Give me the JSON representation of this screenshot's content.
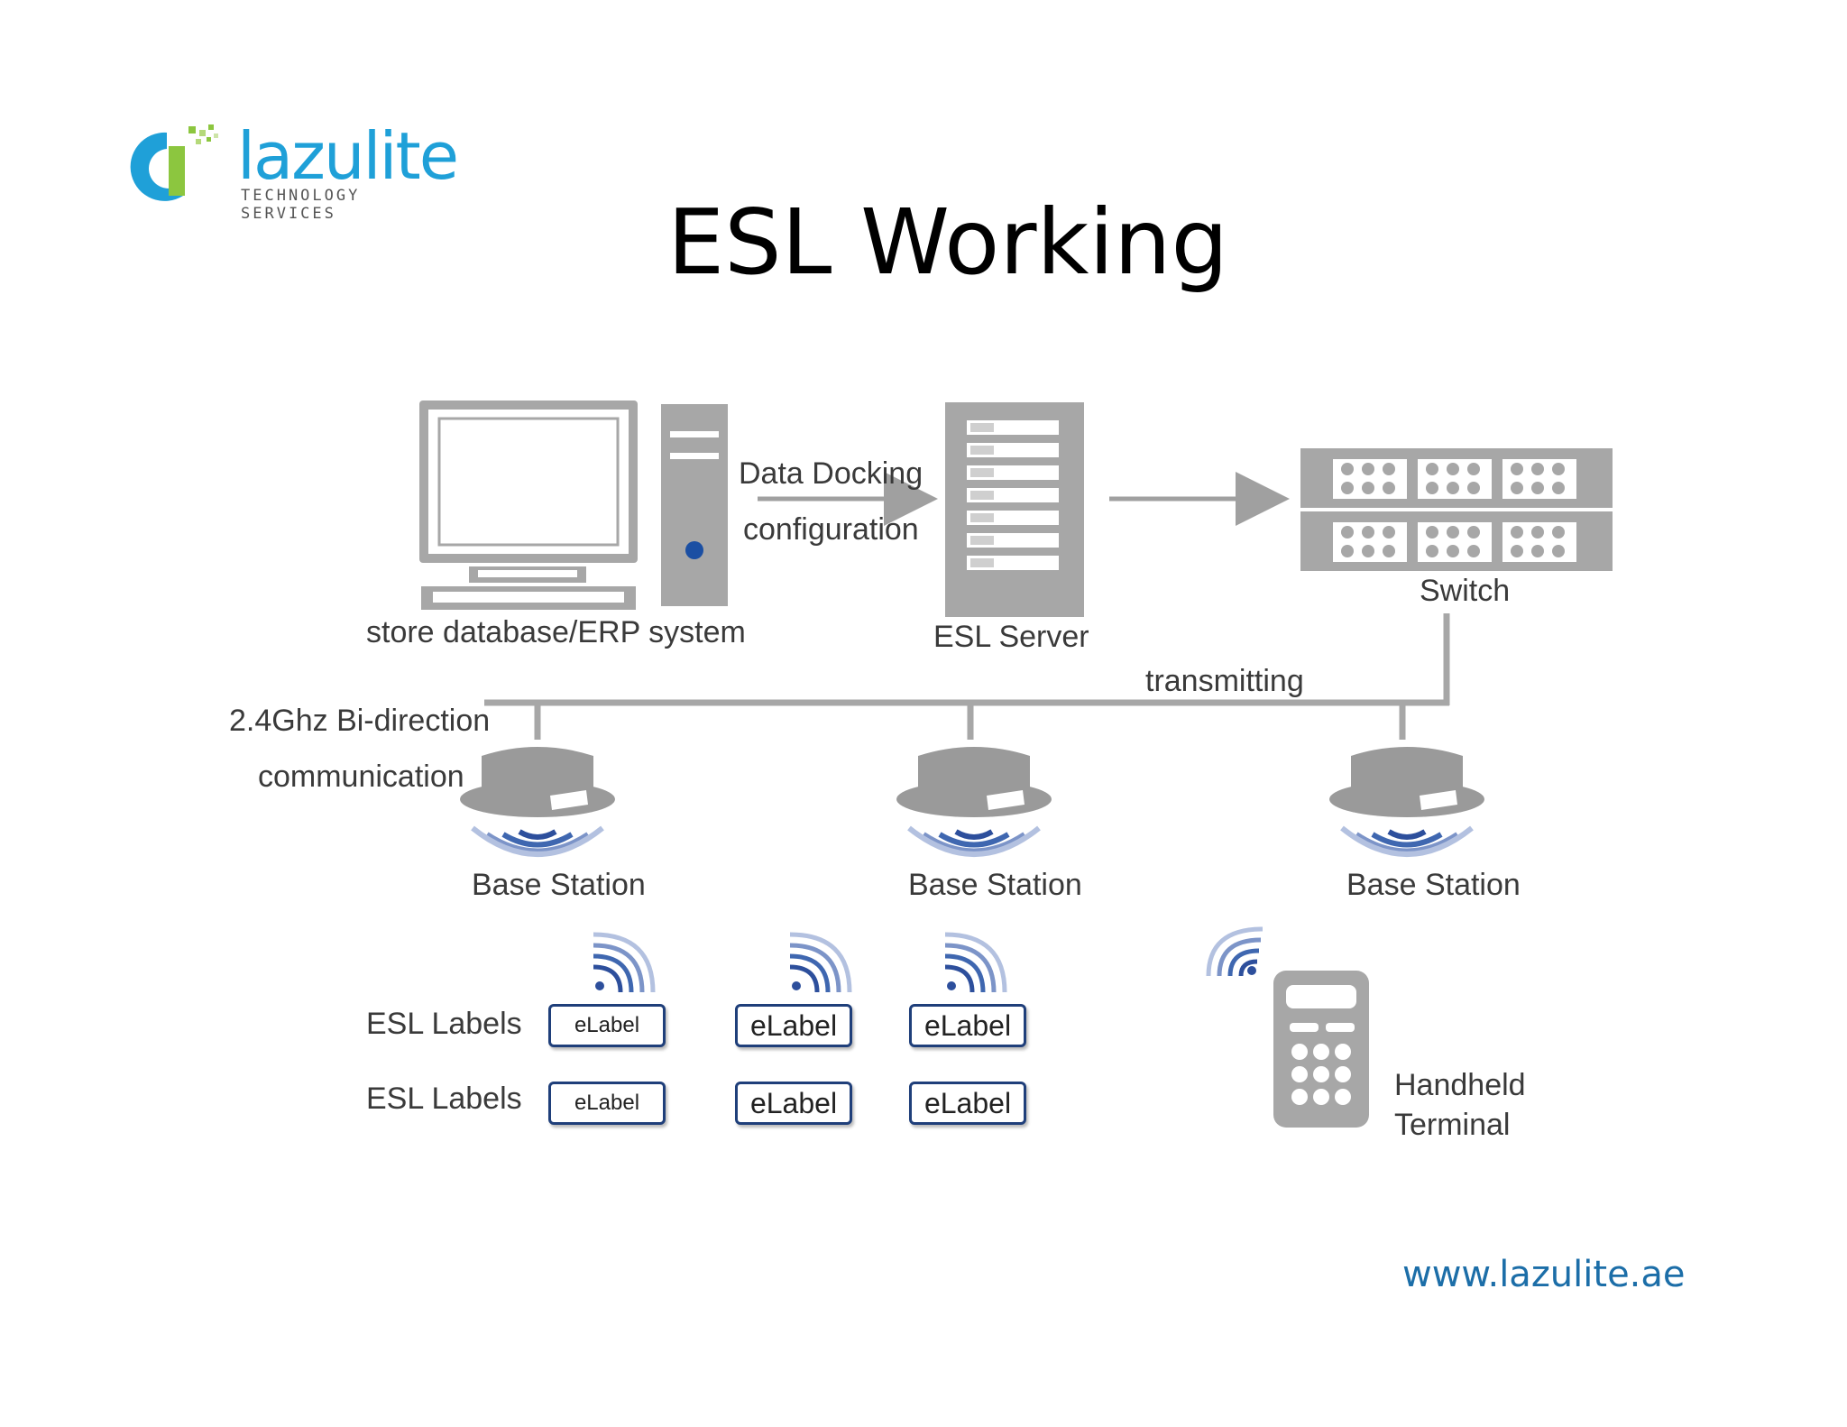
{
  "logo": {
    "brand": "lazulite",
    "tagline": "TECHNOLOGY SERVICES"
  },
  "title": "ESL Working",
  "nodes": {
    "erp": "store database/ERP system",
    "docking_line1": "Data Docking",
    "docking_line2": "configuration",
    "server": "ESL Server",
    "switch": "Switch",
    "transmitting": "transmitting",
    "bidir_line1": "2.4Ghz Bi-direction",
    "bidir_line2": "communication",
    "base_stations": [
      "Base Station",
      "Base Station",
      "Base Station"
    ],
    "esl_labels": [
      "ESL Labels",
      "ESL Labels"
    ],
    "elabels": [
      "eLabel",
      "eLabel",
      "eLabel",
      "eLabel",
      "eLabel",
      "eLabel"
    ],
    "handheld_line1": "Handheld",
    "handheld_line2": "Terminal"
  },
  "footer": {
    "url": "www.lazulite.ae"
  },
  "colors": {
    "accent": "#1fa0d8",
    "device_gray": "#9a9a9a",
    "label_border": "#1f3f7a",
    "signal_blue": "#3f67b0",
    "link": "#1c6ea8"
  }
}
